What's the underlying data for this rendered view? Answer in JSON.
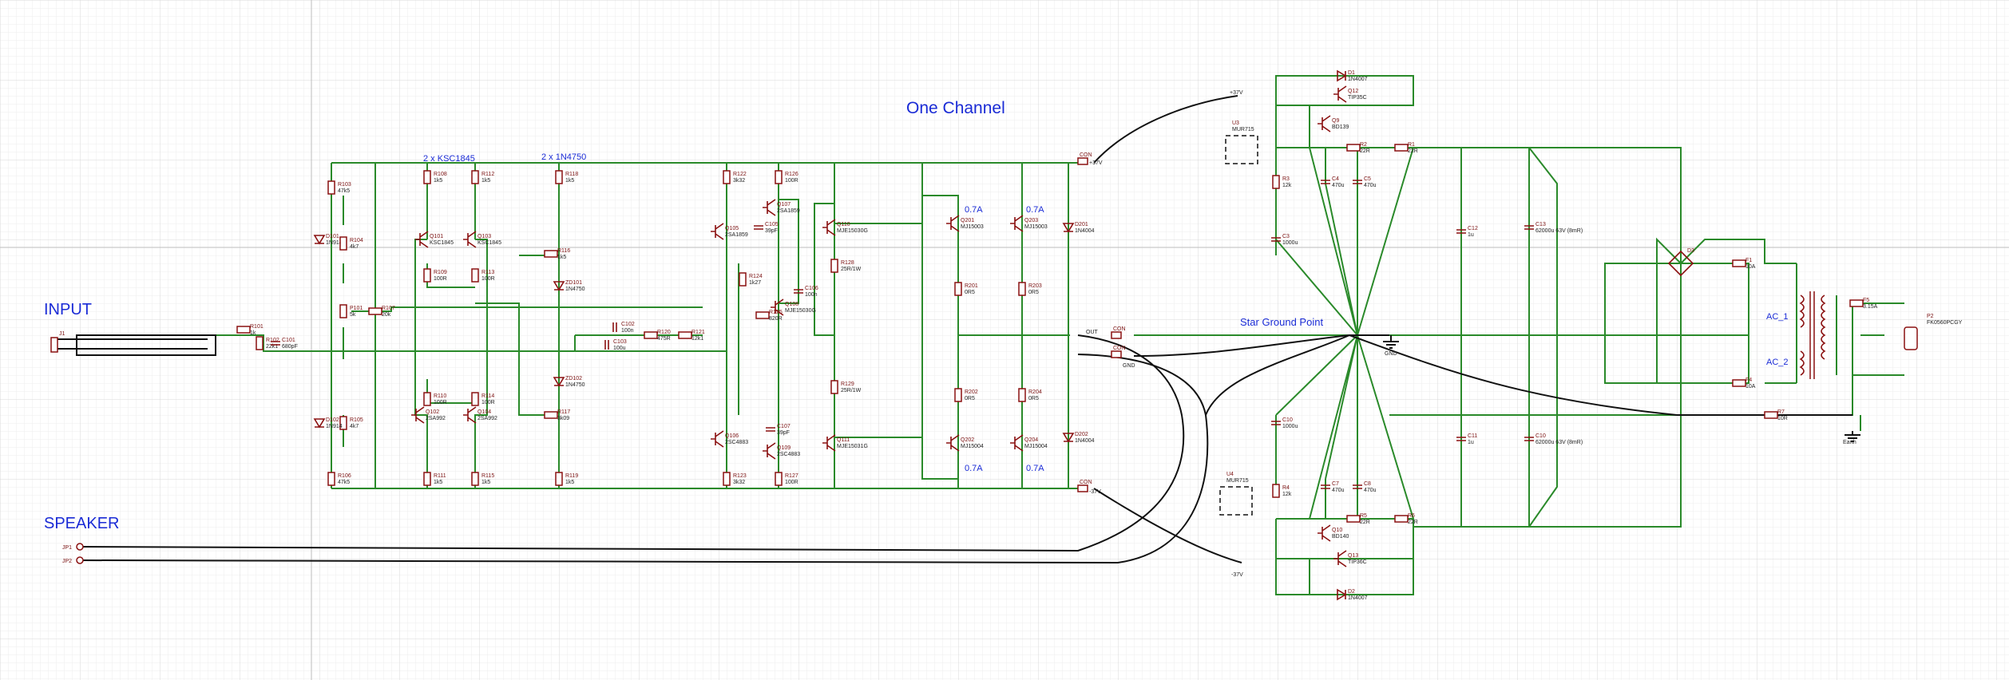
{
  "titles": {
    "one_channel": "One Channel",
    "input": "INPUT",
    "speaker": "SPEAKER",
    "star_ground": "Star Ground Point"
  },
  "notes": {
    "ksc": "2 x KSC1845",
    "zener": "2 x 1N4750",
    "a1": "0.7A",
    "a2": "0.7A",
    "a3": "0.7A",
    "a4": "0.7A"
  },
  "rails": {
    "pos": "+37V",
    "neg": "-37V",
    "pos_con": "+37V",
    "neg_con": "-37V",
    "gnd": "GND",
    "gnd2": "GND",
    "earth": "Earth",
    "out": "OUT"
  },
  "connectors": {
    "j1": "J1",
    "jp1": "JP1",
    "jp2": "JP2",
    "con_pos": "CON",
    "con_neg": "CON",
    "con_out": "CON",
    "con_gnd": "CON"
  },
  "parts": [
    {
      "ref": "R101",
      "value": "1k"
    },
    {
      "ref": "R102",
      "value": "22k1"
    },
    {
      "ref": "C101",
      "value": "680pF"
    },
    {
      "ref": "R103",
      "value": "47k5"
    },
    {
      "ref": "D101",
      "value": "1N914"
    },
    {
      "ref": "R104",
      "value": "4k7"
    },
    {
      "ref": "P101",
      "value": "5k"
    },
    {
      "ref": "R107",
      "value": "20k"
    },
    {
      "ref": "R105",
      "value": "4k7"
    },
    {
      "ref": "D102",
      "value": "1N914"
    },
    {
      "ref": "R106",
      "value": "47k5"
    },
    {
      "ref": "R108",
      "value": "1k5"
    },
    {
      "ref": "Q101",
      "value": "KSC1845"
    },
    {
      "ref": "R109",
      "value": "100R"
    },
    {
      "ref": "Q103",
      "value": "KSC1845"
    },
    {
      "ref": "R112",
      "value": "1k5"
    },
    {
      "ref": "R113",
      "value": "100R"
    },
    {
      "ref": "R110",
      "value": "100R"
    },
    {
      "ref": "Q102",
      "value": "2SA992"
    },
    {
      "ref": "R114",
      "value": "100R"
    },
    {
      "ref": "Q104",
      "value": "2SA992"
    },
    {
      "ref": "R111",
      "value": "1k5"
    },
    {
      "ref": "R115",
      "value": "1k5"
    },
    {
      "ref": "R116",
      "value": "1k5"
    },
    {
      "ref": "R118",
      "value": "1k5"
    },
    {
      "ref": "ZD101",
      "value": "1N4750"
    },
    {
      "ref": "ZD102",
      "value": "1N4750"
    },
    {
      "ref": "R117",
      "value": "3k09"
    },
    {
      "ref": "R119",
      "value": "1k5"
    },
    {
      "ref": "C102",
      "value": "100n"
    },
    {
      "ref": "C103",
      "value": "100u"
    },
    {
      "ref": "R120",
      "value": "475R"
    },
    {
      "ref": "R121",
      "value": "12k1"
    },
    {
      "ref": "R122",
      "value": "3k32"
    },
    {
      "ref": "Q105",
      "value": "2SA1859"
    },
    {
      "ref": "R126",
      "value": "100R"
    },
    {
      "ref": "Q107",
      "value": "2SA1859"
    },
    {
      "ref": "C105",
      "value": "39pF"
    },
    {
      "ref": "R124",
      "value": "1k27"
    },
    {
      "ref": "R125",
      "value": "820R"
    },
    {
      "ref": "Q108",
      "value": "MJE15030G"
    },
    {
      "ref": "C106",
      "value": "100n"
    },
    {
      "ref": "Q110",
      "value": "MJE15030G"
    },
    {
      "ref": "R128",
      "value": "25R/1W"
    },
    {
      "ref": "R129",
      "value": "25R/1W"
    },
    {
      "ref": "Q106",
      "value": "2SC4883"
    },
    {
      "ref": "C107",
      "value": "39pF"
    },
    {
      "ref": "Q109",
      "value": "2SC4883"
    },
    {
      "ref": "Q111",
      "value": "MJE15031G"
    },
    {
      "ref": "R123",
      "value": "3k32"
    },
    {
      "ref": "R127",
      "value": "100R"
    },
    {
      "ref": "Q201",
      "value": "MJ15003"
    },
    {
      "ref": "Q203",
      "value": "MJ15003"
    },
    {
      "ref": "R201",
      "value": "0R5"
    },
    {
      "ref": "R203",
      "value": "0R5"
    },
    {
      "ref": "R202",
      "value": "0R5"
    },
    {
      "ref": "R204",
      "value": "0R5"
    },
    {
      "ref": "Q202",
      "value": "MJ15004"
    },
    {
      "ref": "Q204",
      "value": "MJ15004"
    },
    {
      "ref": "D201",
      "value": "1N4004"
    },
    {
      "ref": "D202",
      "value": "1N4004"
    },
    {
      "ref": "D1",
      "value": "1N4007"
    },
    {
      "ref": "Q12",
      "value": "TIP35C"
    },
    {
      "ref": "Q9",
      "value": "BD139"
    },
    {
      "ref": "U3",
      "value": "MUR715"
    },
    {
      "ref": "R2",
      "value": "22R"
    },
    {
      "ref": "R1",
      "value": "22R"
    },
    {
      "ref": "R3",
      "value": "12k"
    },
    {
      "ref": "C4",
      "value": "470u"
    },
    {
      "ref": "C5",
      "value": "470u"
    },
    {
      "ref": "C3",
      "value": "1000u"
    },
    {
      "ref": "C12",
      "value": "1u"
    },
    {
      "ref": "C13",
      "value": "62000u 63V (8mR)"
    },
    {
      "ref": "C11",
      "value": "1u"
    },
    {
      "ref": "C10",
      "value": "62000u 63V (8mR)"
    },
    {
      "ref": "C10b",
      "value": "1000u"
    },
    {
      "ref": "U4",
      "value": "MUR715"
    },
    {
      "ref": "R4",
      "value": "12k"
    },
    {
      "ref": "C7",
      "value": "470u"
    },
    {
      "ref": "C8",
      "value": "470u"
    },
    {
      "ref": "R5",
      "value": "22R"
    },
    {
      "ref": "R6",
      "value": "22R"
    },
    {
      "ref": "Q10",
      "value": "BD140"
    },
    {
      "ref": "Q13",
      "value": "TIP36C"
    },
    {
      "ref": "D2",
      "value": "1N4007"
    },
    {
      "ref": "D3",
      "value": ""
    },
    {
      "ref": "F1",
      "value": "10A"
    },
    {
      "ref": "F4",
      "value": "10A"
    },
    {
      "ref": "F5",
      "value": "3.15A"
    },
    {
      "ref": "R7",
      "value": "10R"
    },
    {
      "ref": "P2",
      "value": "FK0560PCGY"
    }
  ],
  "transformer": {
    "ac1": "AC_1",
    "ac2": "AC_2"
  }
}
